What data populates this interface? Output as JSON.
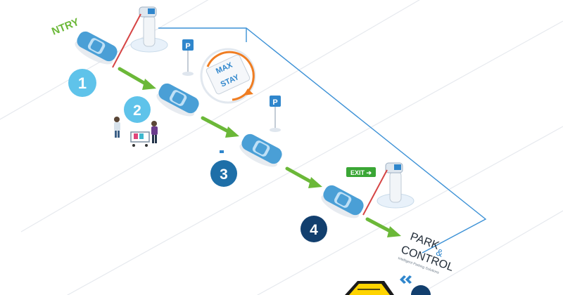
{
  "diagram": {
    "entry_label": "NTRY",
    "exit_sign": "EXIT ➔",
    "max_stay_sign": {
      "line1": "MAX",
      "line2": "STAY"
    },
    "parking_sign_glyph": "P",
    "brand": {
      "line1": "PARK",
      "amp": "&",
      "line2": "CONTROL",
      "tagline": "Intelligent Parking Solutions"
    },
    "steps": [
      {
        "number": "1",
        "color": "#5fc3ea"
      },
      {
        "number": "2",
        "color": "#5fc3ea"
      },
      {
        "number": "3",
        "color": "#1e6fa8"
      },
      {
        "number": "4",
        "color": "#123f6e"
      }
    ],
    "colors": {
      "car": "#4a9fd6",
      "arrow": "#6bb838",
      "network_line": "#3c91d6",
      "clock_ring": "#ef7d22",
      "sign_blue": "#2f86cc",
      "exit_green": "#3aa635",
      "warning_yellow": "#ffd400"
    },
    "icons": [
      "entry-barrier-icon",
      "exit-barrier-icon",
      "parking-sign-icon",
      "max-stay-clock-icon",
      "shopping-trolley-icon",
      "car-icon",
      "sensor-icon",
      "warning-sign-icon"
    ]
  }
}
